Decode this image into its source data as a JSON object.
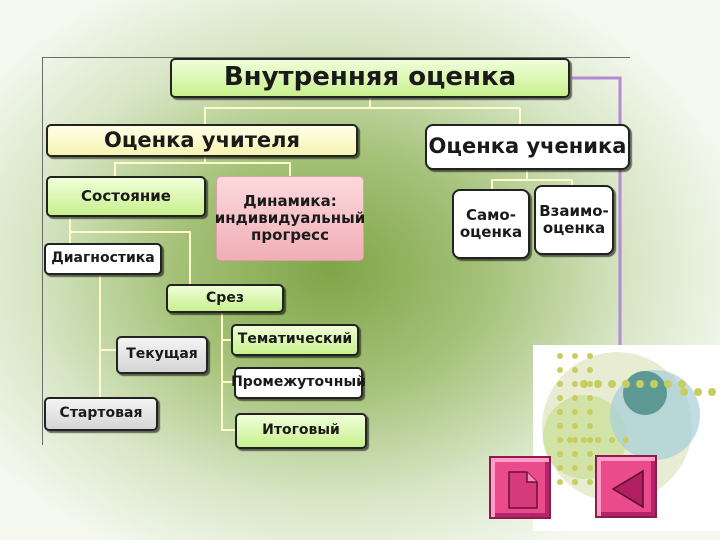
{
  "diagram": {
    "root": "Внутренняя оценка",
    "teacher": "Оценка учителя",
    "student": "Оценка ученика",
    "state": "Состояние",
    "dynamics": "Динамика: индивидуальный прогресс",
    "diagnostics": "Диагностика",
    "slice": "Срез",
    "current": "Текущая",
    "starting": "Стартовая",
    "thematic": "Тематический",
    "intermediate": "Промежуточный",
    "final": "Итоговый",
    "self_assessment": "Само-\nоценка",
    "mutual_assessment": "Взаимо-\nоценка"
  },
  "colors": {
    "node_green": "#c8f08e",
    "node_yellow": "#f6f3b4",
    "node_pink": "#f1aeb6",
    "connector": "#fffccc",
    "purple_link": "#b48ad6",
    "nav_button": "#ea4b8c"
  },
  "navigation": {
    "buttons": [
      "document-icon",
      "back-arrow-icon"
    ]
  }
}
